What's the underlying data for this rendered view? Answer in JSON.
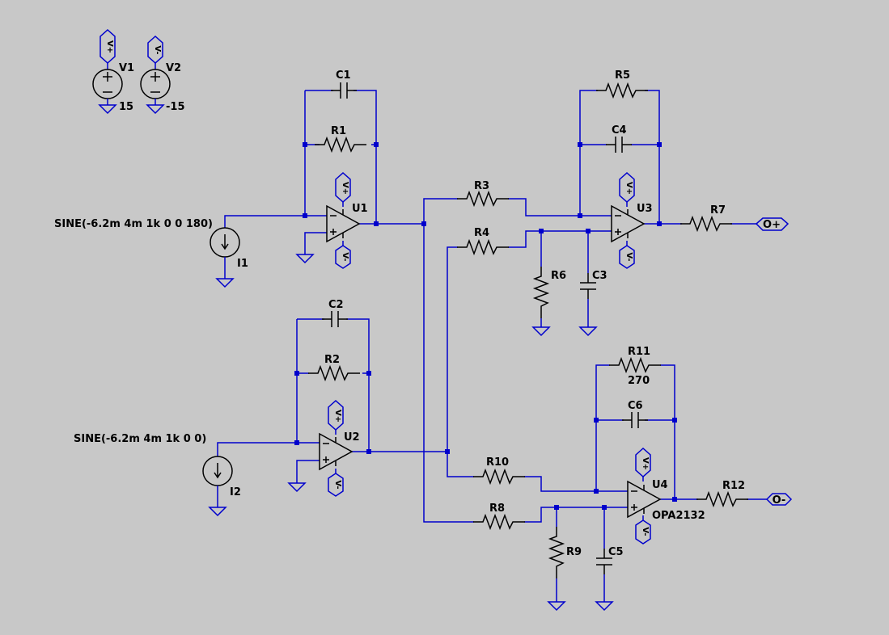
{
  "components": {
    "V1": {
      "name": "V1",
      "value": "15",
      "flag": "V+"
    },
    "V2": {
      "name": "V2",
      "value": "-15",
      "flag": "V-"
    },
    "C1": "C1",
    "C2": "C2",
    "C3": "C3",
    "C4": "C4",
    "C5": "C5",
    "C6": "C6",
    "R1": "R1",
    "R2": "R2",
    "R3": "R3",
    "R4": "R4",
    "R5": "R5",
    "R6": "R6",
    "R7": "R7",
    "R8": "R8",
    "R9": "R9",
    "R10": "R10",
    "R11": {
      "name": "R11",
      "value": "270"
    },
    "R12": "R12",
    "U1": "U1",
    "U2": "U2",
    "U3": "U3",
    "U4": {
      "name": "U4",
      "model": "OPA2132"
    },
    "I1": {
      "name": "I1",
      "value": "SINE(-6.2m 4m 1k 0 0 180)"
    },
    "I2": {
      "name": "I2",
      "value": "SINE(-6.2m 4m 1k 0 0)"
    }
  },
  "ports": {
    "out_pos": "O+",
    "out_neg": "O-"
  },
  "supply_flags": {
    "pos": "V+",
    "neg": "V-"
  },
  "colors": {
    "background": "#c8c8c8",
    "wire": "#0000cc",
    "component": "#000000"
  }
}
